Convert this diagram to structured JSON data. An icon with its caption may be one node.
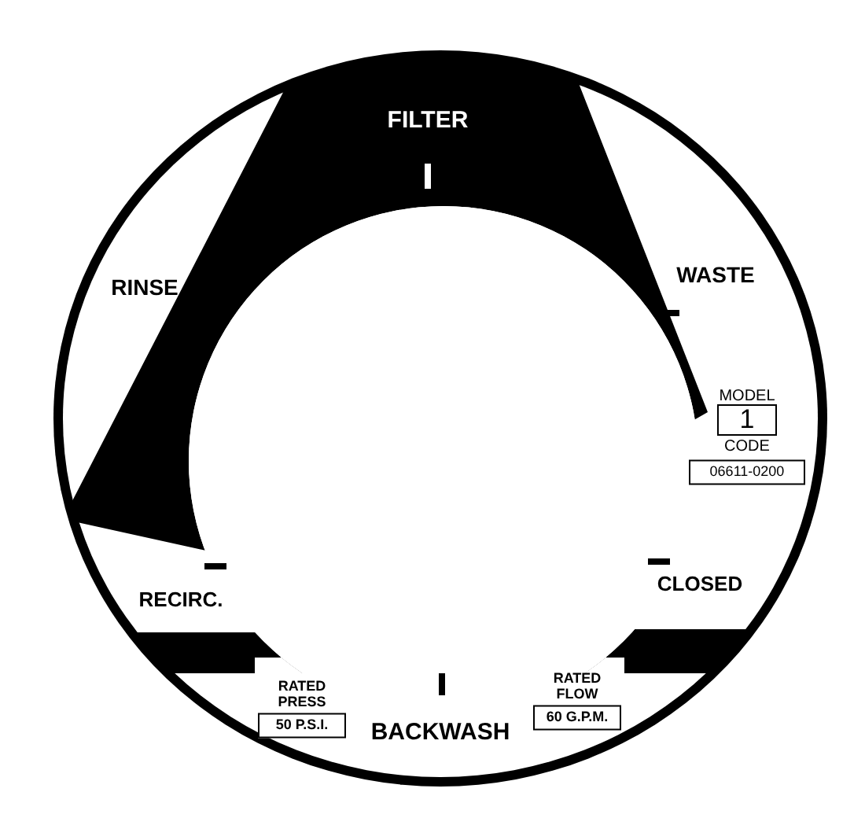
{
  "diagram": {
    "labels": [
      "FILTER",
      "RINSE",
      "WASTE",
      "MODEL",
      "1",
      "CODE",
      "06611-0200",
      "RECIRC.",
      "CLOSED",
      "RATED PRESS",
      "50 P.S.I.",
      "RATED FLOW",
      "60 G.P.M.",
      "BACKWASH"
    ]
  }
}
